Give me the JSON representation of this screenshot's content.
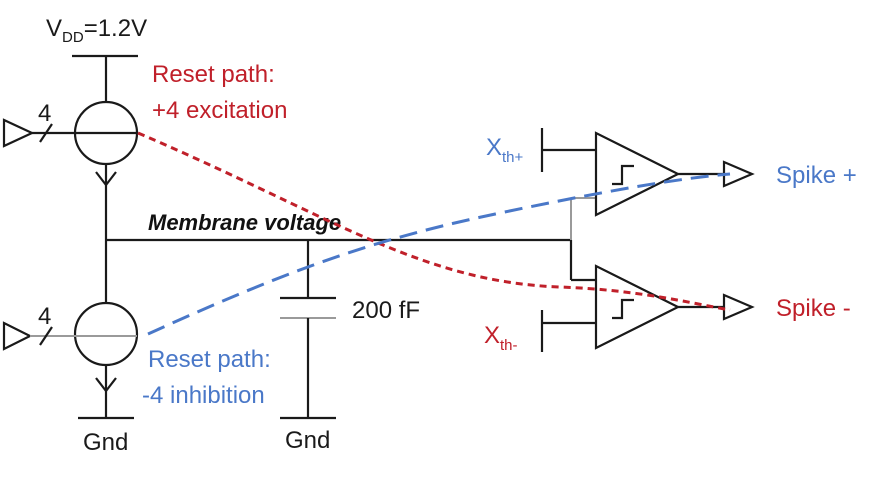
{
  "supply": {
    "label_prefix": "V",
    "label_sub": "DD",
    "label_value": "=1.2V"
  },
  "inputs": {
    "top_bus_width": "4",
    "bottom_bus_width": "4"
  },
  "reset_excitation": {
    "line1": "Reset path:",
    "line2": "+4 excitation"
  },
  "reset_inhibition": {
    "line1": "Reset path:",
    "line2": "-4 inhibition"
  },
  "membrane_label": "Membrane voltage",
  "capacitor_label": "200 fF",
  "ground": {
    "left": "Gnd",
    "right": "Gnd"
  },
  "threshold_plus": {
    "prefix": "X",
    "sub": "th+"
  },
  "threshold_minus": {
    "prefix": "X",
    "sub": "th-"
  },
  "outputs": {
    "spike_plus": "Spike +",
    "spike_minus": "Spike -"
  },
  "colors": {
    "excitation": "#c0202a",
    "inhibition": "#4a78c8",
    "wire": "#1a1a1a"
  }
}
